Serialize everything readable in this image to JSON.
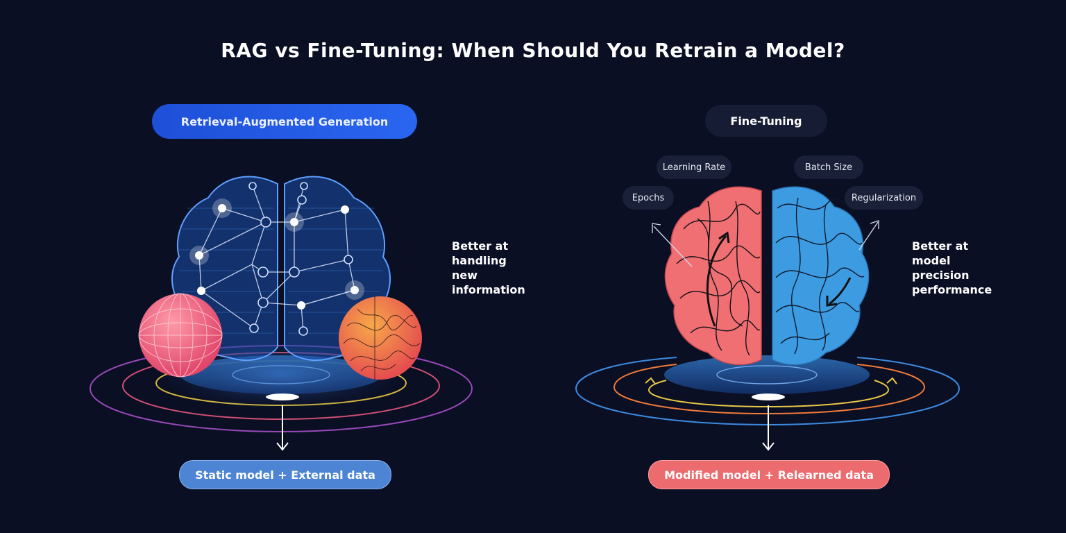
{
  "title": "RAG vs Fine-Tuning: When Should You Retrain a Model?",
  "rag": {
    "heading": "Retrieval-Augmented Generation",
    "callout": "Better at\nhandling\nnew\ninformation",
    "result": "Static model + External data"
  },
  "fine_tuning": {
    "heading": "Fine-Tuning",
    "chips": {
      "learning_rate": "Learning Rate",
      "batch_size": "Batch Size",
      "epochs": "Epochs",
      "regularization": "Regularization"
    },
    "callout": "Better at\nmodel\nprecision\nperformance",
    "result": "Modified model + Relearned data"
  },
  "colors": {
    "background": "#0a0f24",
    "rag_accent": "#2a66f0",
    "brain_blue": "#3d9be2",
    "brain_red": "#ef6f72",
    "result_blue": "#4d85d4",
    "result_red": "#ec6b6f"
  }
}
